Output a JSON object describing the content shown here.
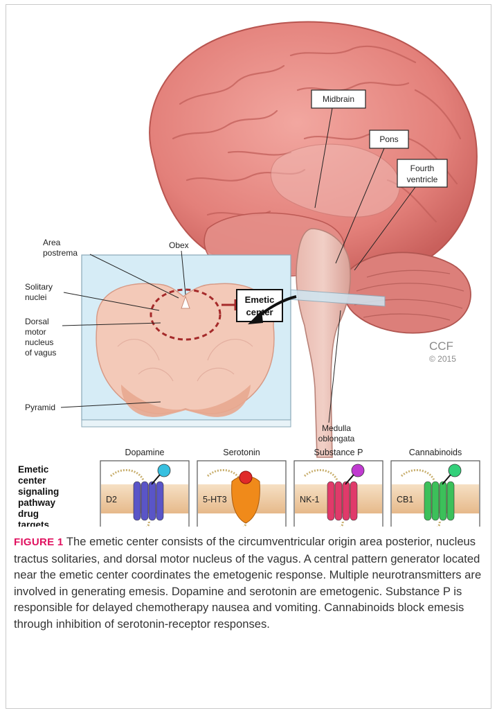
{
  "figure": {
    "brain_labels": {
      "midbrain": "Midbrain",
      "pons": "Pons",
      "fourth_ventricle": [
        "Fourth",
        "ventricle"
      ],
      "medulla": [
        "Medulla",
        "oblongata"
      ]
    },
    "section_labels": {
      "area_postrema": [
        "Area",
        "postrema"
      ],
      "obex": "Obex",
      "solitary_nuclei": [
        "Solitary",
        "nuclei"
      ],
      "dorsal_motor": [
        "Dorsal",
        "motor",
        "nucleus",
        "of vagus"
      ],
      "pyramid": "Pyramid",
      "emetic_center": [
        "Emetic",
        "center"
      ]
    },
    "credit": [
      "CCF",
      "© 2015"
    ],
    "side_label": [
      "Emetic",
      "center",
      "signaling",
      "pathway",
      "drug",
      "targets"
    ],
    "panels": [
      {
        "title": "Dopamine",
        "receptor": "D2",
        "color": "#5a55c7",
        "ligand": "#37c0e0"
      },
      {
        "title": "Serotonin",
        "receptor": "5-HT3",
        "color": "#f08a1a",
        "ligand": "#e02a2a"
      },
      {
        "title": "Substance P",
        "receptor": "NK-1",
        "color": "#e03a6a",
        "ligand": "#c03ad0"
      },
      {
        "title": "Cannabinoids",
        "receptor": "CB1",
        "color": "#3cc05a",
        "ligand": "#33d07a"
      }
    ]
  },
  "caption": {
    "tag": "FIGURE 1",
    "text": " The emetic center consists of the circumventricular origin area posterior, nucleus tractus solitaries, and dorsal motor nucleus of the vagus. A central pattern generator located near the emetic center coordinates the emetogenic response. Multiple neurotransmitters are involved in generating emesis. Dopamine and serotonin are emetogenic. Substance P is responsible for delayed chemotherapy nausea and vomiting. Cannabinoids block emesis through inhibition of serotonin-receptor responses."
  }
}
